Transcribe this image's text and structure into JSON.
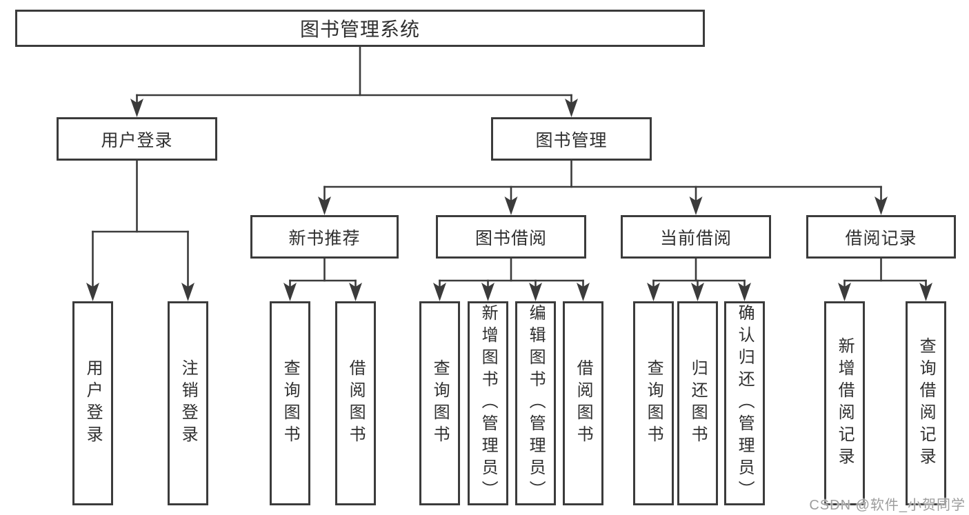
{
  "diagram_title": "图书管理系统",
  "nodes": {
    "root": {
      "label": "图书管理系统"
    },
    "level2": [
      {
        "label": "用户登录",
        "parent": "图书管理系统"
      },
      {
        "label": "图书管理",
        "parent": "图书管理系统"
      }
    ],
    "level3": [
      {
        "label": "新书推荐",
        "parent": "图书管理"
      },
      {
        "label": "图书借阅",
        "parent": "图书管理"
      },
      {
        "label": "当前借阅",
        "parent": "图书管理"
      },
      {
        "label": "借阅记录",
        "parent": "图书管理"
      }
    ],
    "leaves": [
      {
        "label": "用户登录",
        "parent": "用户登录"
      },
      {
        "label": "注销登录",
        "parent": "用户登录"
      },
      {
        "label": "查询图书",
        "parent": "新书推荐"
      },
      {
        "label": "借阅图书",
        "parent": "新书推荐"
      },
      {
        "label": "查询图书",
        "parent": "图书借阅"
      },
      {
        "label": "新增图书（管理员）",
        "parent": "图书借阅"
      },
      {
        "label": "编辑图书（管理员）",
        "parent": "图书借阅"
      },
      {
        "label": "借阅图书",
        "parent": "图书借阅"
      },
      {
        "label": "查询图书",
        "parent": "当前借阅"
      },
      {
        "label": "归还图书",
        "parent": "当前借阅"
      },
      {
        "label": "确认归还（管理员）",
        "parent": "当前借阅"
      },
      {
        "label": "新增借阅记录",
        "parent": "借阅记录"
      },
      {
        "label": "查询借阅记录",
        "parent": "借阅记录"
      }
    ]
  },
  "watermark": "CSDN @软件_小贺同学",
  "colors": {
    "line": "#3b3b3b",
    "text": "#2f2f2f",
    "watermark": "#9d9d9d",
    "background": "#ffffff"
  }
}
